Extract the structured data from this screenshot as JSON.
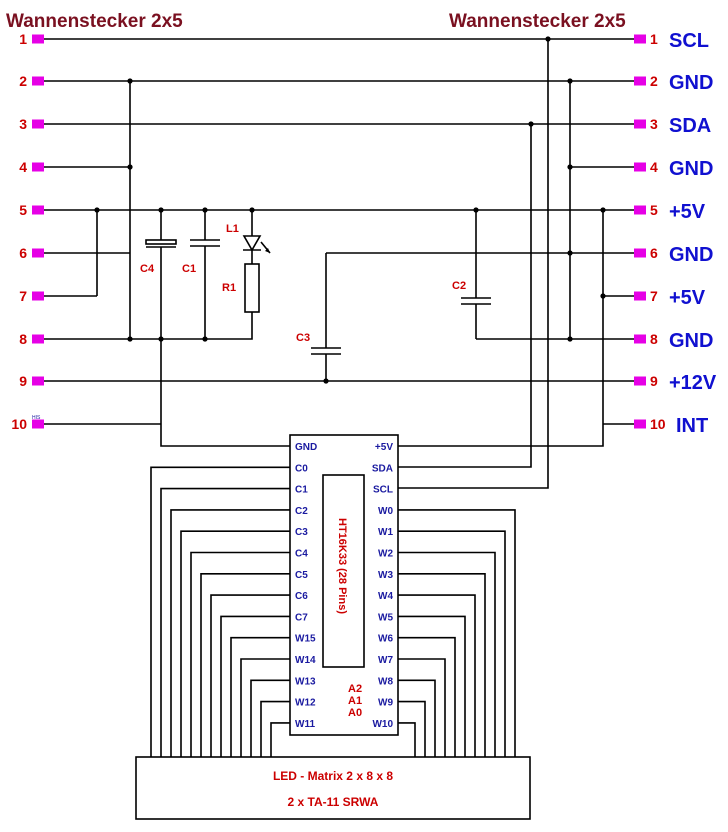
{
  "headers": {
    "left": "Wannenstecker 2x5",
    "right": "Wannenstecker 2x5"
  },
  "left_pins": [
    "1",
    "2",
    "3",
    "4",
    "5",
    "6",
    "7",
    "8",
    "9",
    "10"
  ],
  "left_pad_tag": "HIS",
  "right_pins": [
    {
      "num": "1",
      "signal": "SCL"
    },
    {
      "num": "2",
      "signal": "GND"
    },
    {
      "num": "3",
      "signal": "SDA"
    },
    {
      "num": "4",
      "signal": "GND"
    },
    {
      "num": "5",
      "signal": "+5V"
    },
    {
      "num": "6",
      "signal": "GND"
    },
    {
      "num": "7",
      "signal": "+5V"
    },
    {
      "num": "8",
      "signal": "GND"
    },
    {
      "num": "9",
      "signal": "+12V"
    },
    {
      "num": "10",
      "signal": "INT"
    }
  ],
  "components": {
    "c4": "C4",
    "c1": "C1",
    "l1": "L1",
    "r1": "R1",
    "c2": "C2",
    "c3": "C3"
  },
  "ic": {
    "name": "HT16K33 (28 Pins)",
    "left_pins": [
      "GND",
      "C0",
      "C1",
      "C2",
      "C3",
      "C4",
      "C5",
      "C6",
      "C7",
      "W15",
      "W14",
      "W13",
      "W12",
      "W11"
    ],
    "right_pins": [
      "+5V",
      "SDA",
      "SCL",
      "W0",
      "W1",
      "W2",
      "W3",
      "W4",
      "W5",
      "W6",
      "W7",
      "W8",
      "W9",
      "W10"
    ],
    "address_pins": [
      "A2",
      "A1",
      "A0"
    ]
  },
  "led_matrix": {
    "line1": "LED - Matrix 2 x 8 x 8",
    "line2": "2 x TA-11 SRWA"
  },
  "colors": {
    "pad": "#e600e6",
    "pin_number": "#cc0000",
    "signal": "#1010d0",
    "header": "#7a1020",
    "label": "#cc0000",
    "ic_pin": "#1a1aa0"
  }
}
